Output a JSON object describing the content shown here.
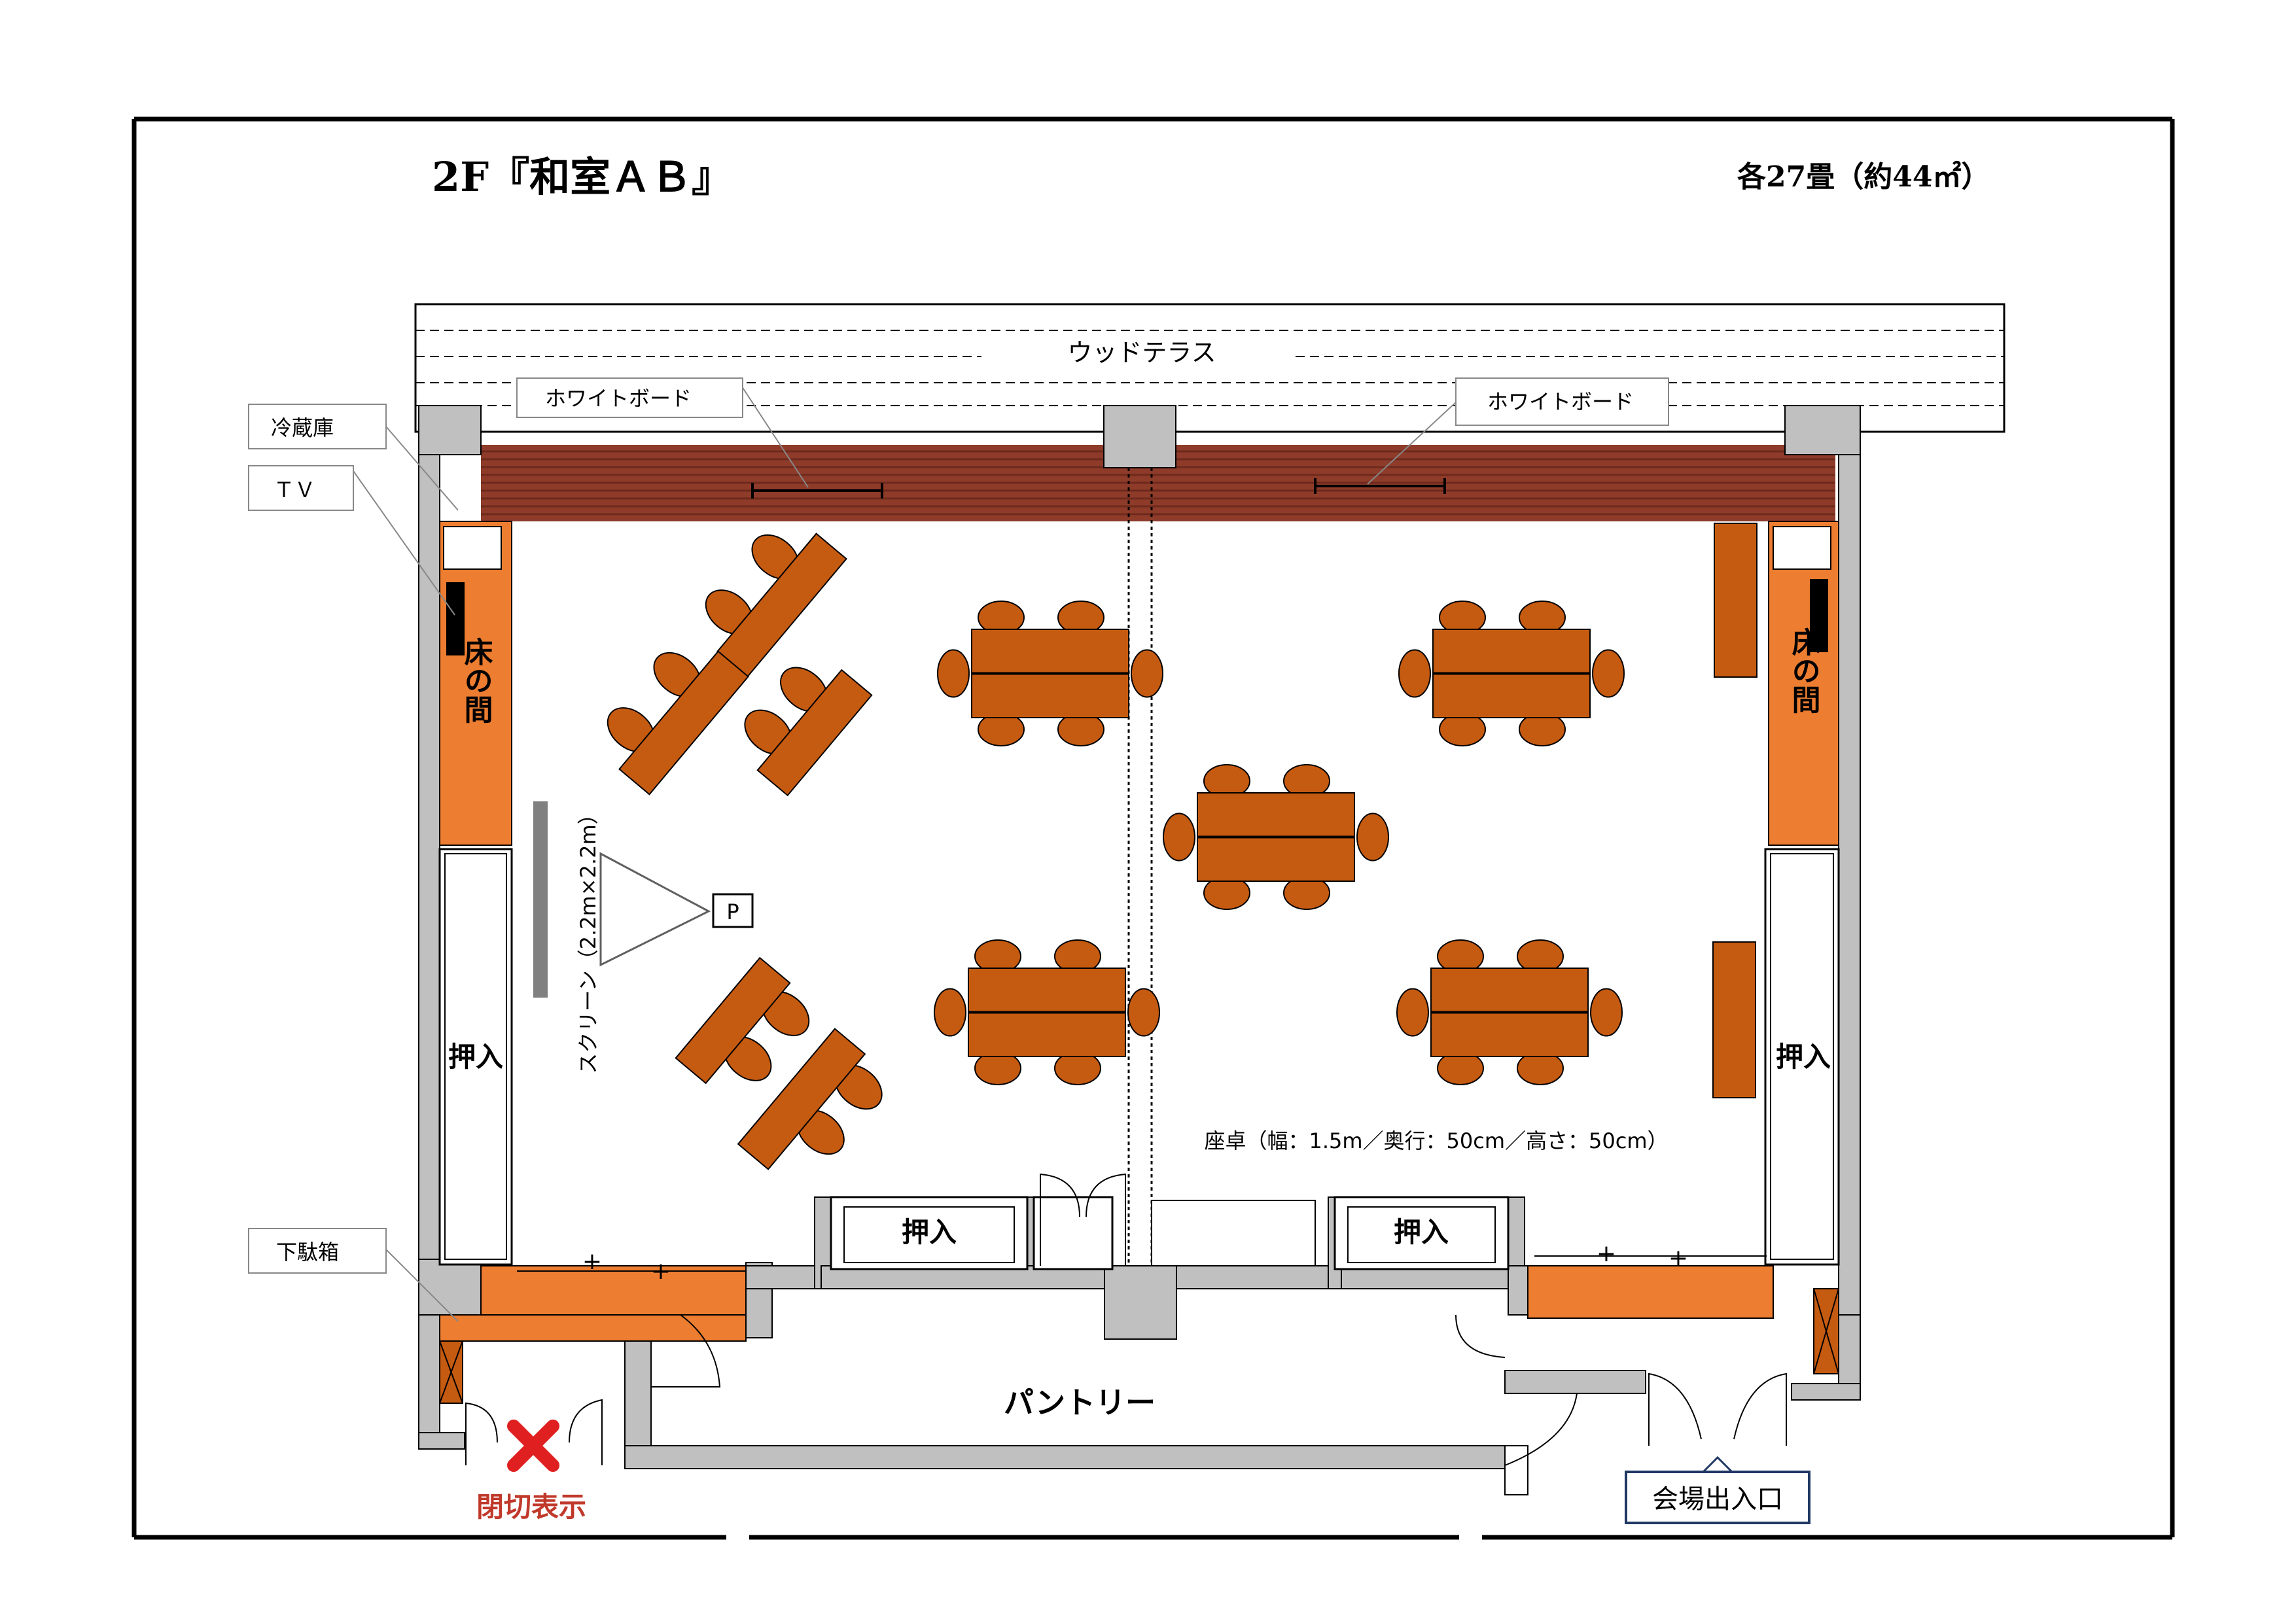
{
  "title": "2F『和室ＡＢ』",
  "area_note": "各27畳（約44㎡）",
  "wood_terrace": "ウッドテラス",
  "whiteboard_label": "ホワイトボード",
  "fridge_label": "冷蔵庫",
  "tv_label": "ＴＶ",
  "shoebox_label": "下駄箱",
  "tokonoma_label": "床の間",
  "oshiire_label": "押入",
  "screen_label": "スクリーン（2.2m×2.2m）",
  "projector_label": "P",
  "pantry_label": "パントリー",
  "table_spec": "座卓（幅：1.5m／奥行：50cm／高さ：50cm）",
  "closed_label": "閉切表示",
  "entrance_label": "会場出入口",
  "colors": {
    "table": "#c55a11",
    "tokonoma": "#ed7d31",
    "wall": "#c0c0c0",
    "veranda": "#843c2c",
    "closed_mark": "#e02020",
    "closed_text": "#c0392b",
    "entrance_border": "#203864"
  }
}
